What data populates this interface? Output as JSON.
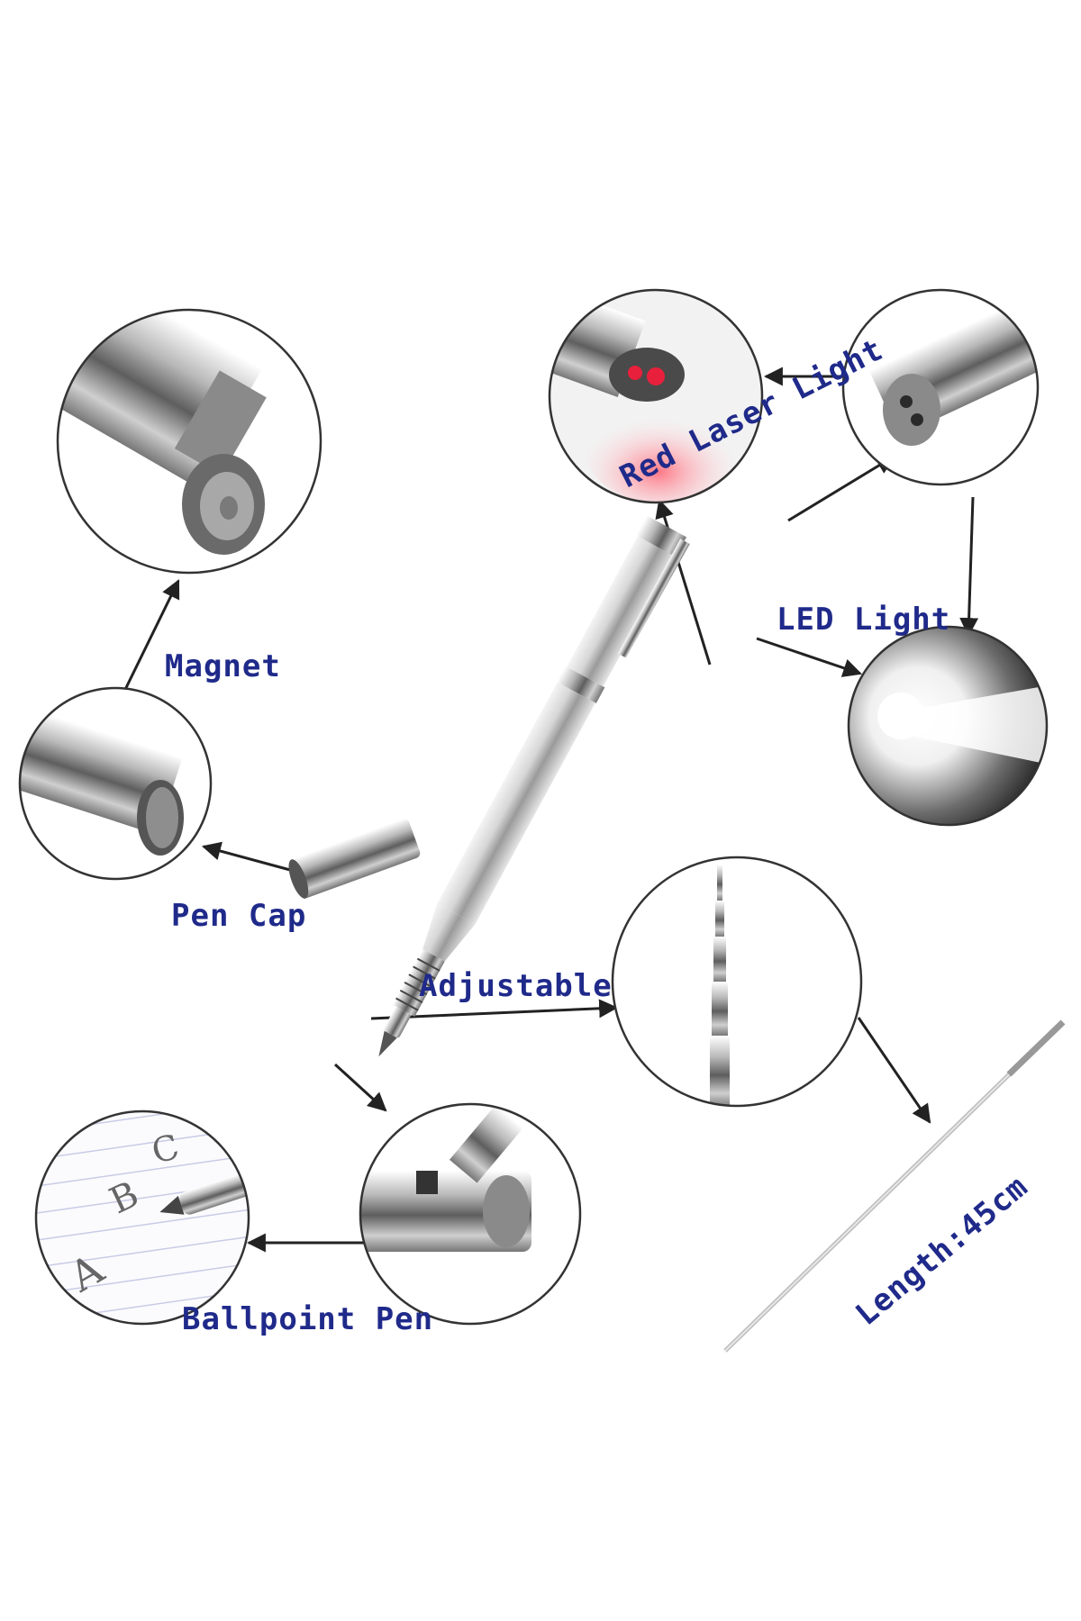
{
  "labels": {
    "magnet": "Magnet",
    "pen_cap": "Pen Cap",
    "red_laser_light": "Red Laser Light",
    "led_light": "LED Light",
    "adjustable": "Adjustable",
    "ballpoint_pen": "Ballpoint Pen",
    "length": "Length:45cm"
  },
  "handwriting": [
    "A",
    "B",
    "C"
  ],
  "colors": {
    "label_text": "#1f2a8a",
    "arrow": "#222222",
    "circle_outline": "#333333",
    "laser_red": "#e8203c",
    "metal": "#c8c8c8"
  }
}
